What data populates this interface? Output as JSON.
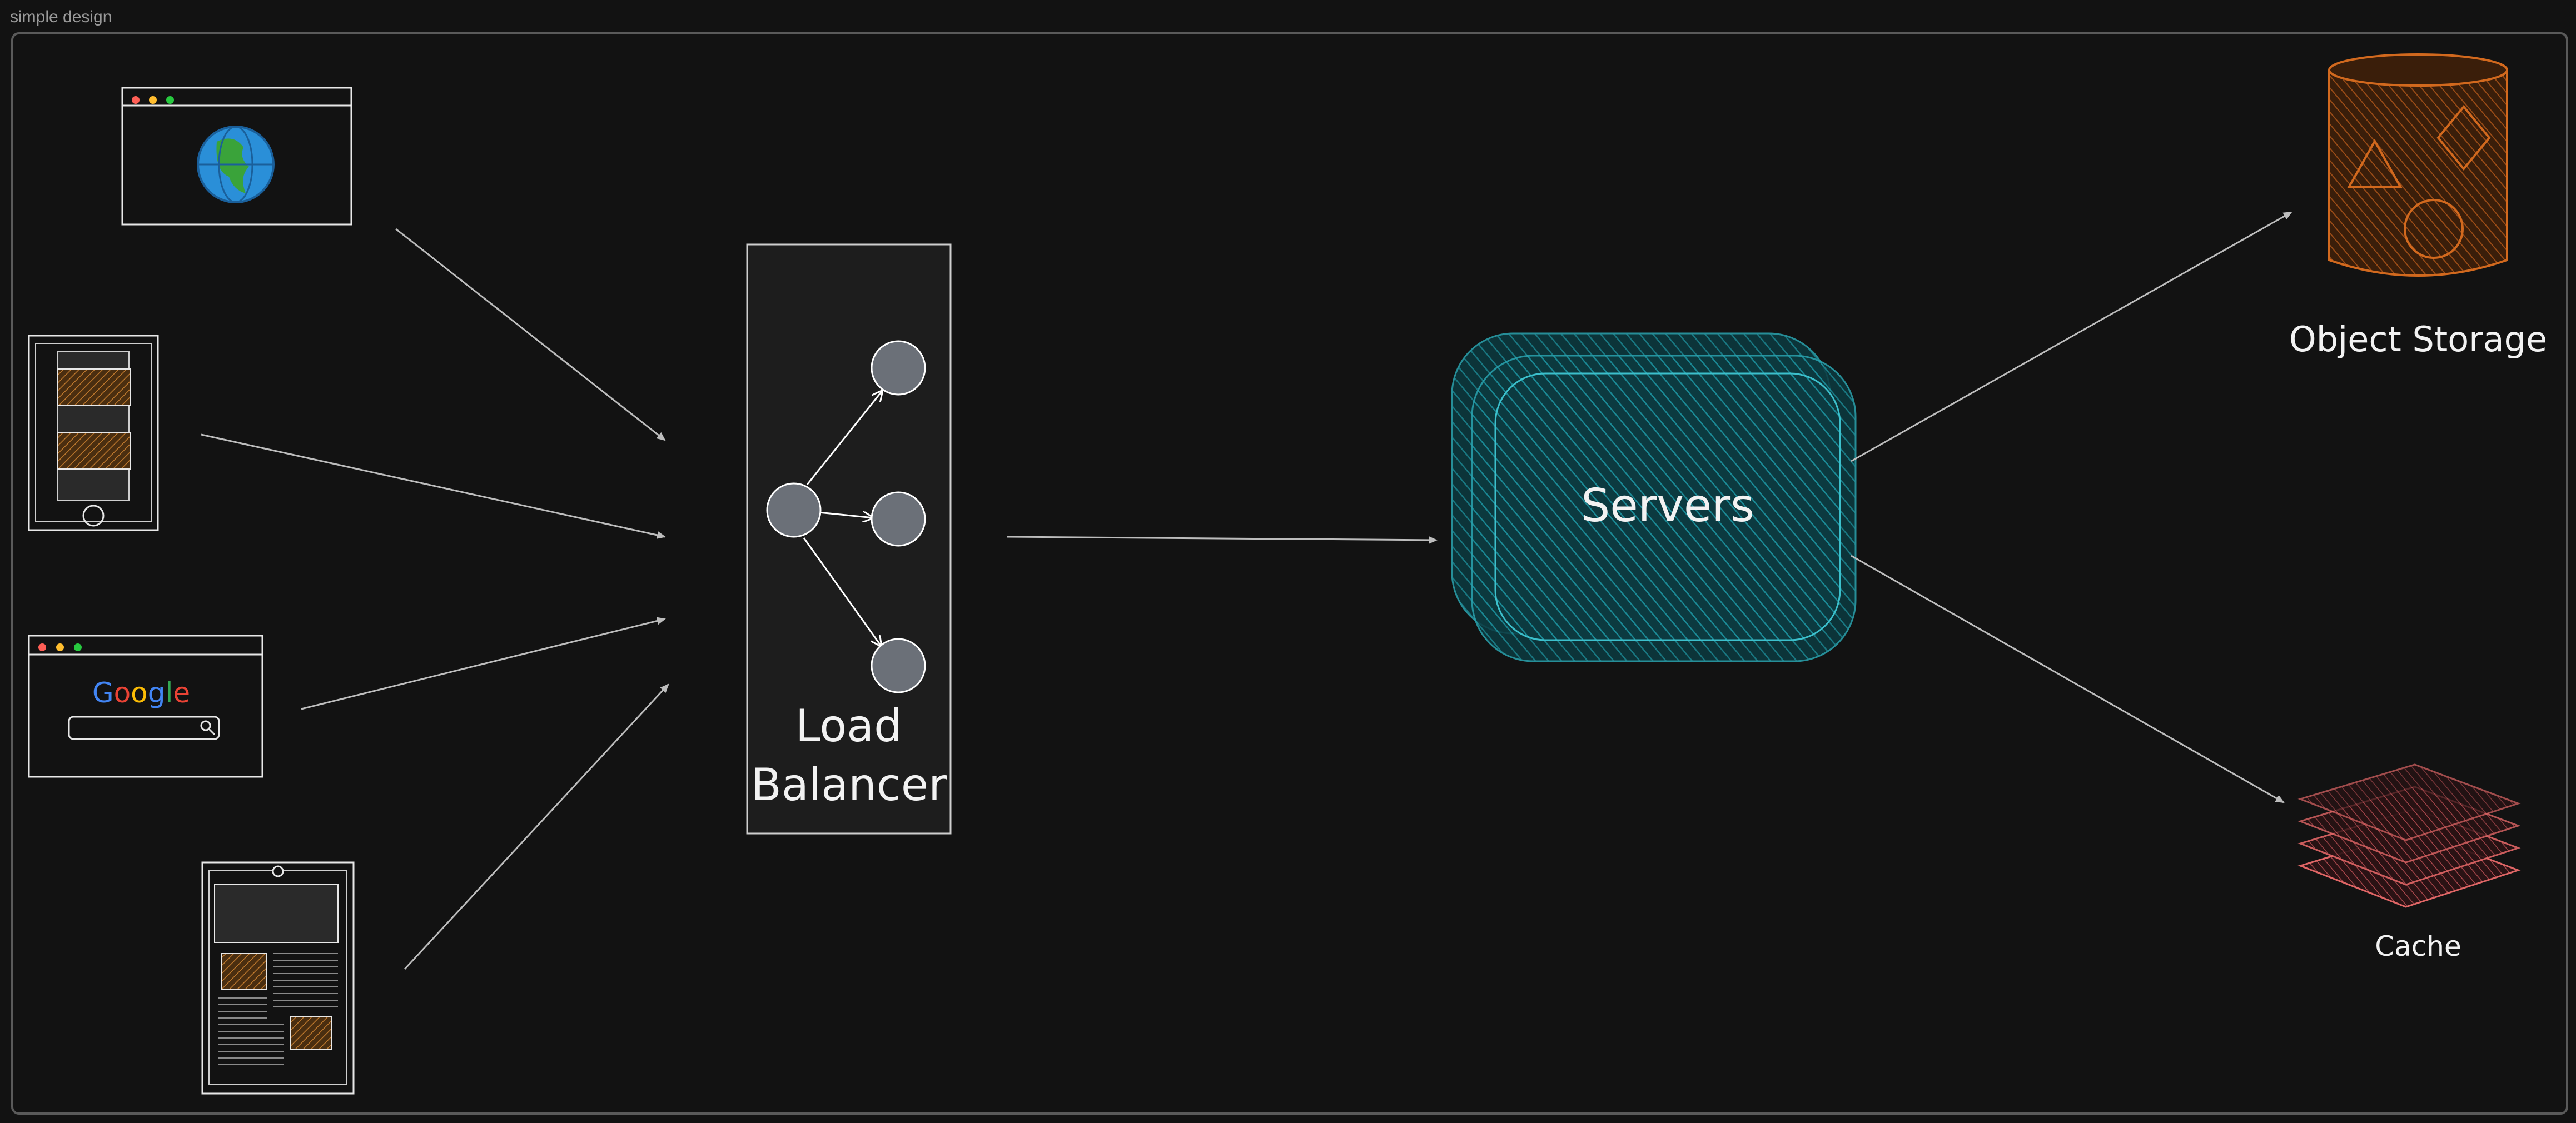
{
  "frame": {
    "label": "simple design"
  },
  "load_balancer": {
    "line1": "Load",
    "line2": "Balancer"
  },
  "servers": {
    "label": "Servers"
  },
  "object_storage": {
    "label": "Object Storage"
  },
  "cache": {
    "label": "Cache"
  },
  "google_mock": {
    "logo": "Google",
    "logo_letters": [
      "G",
      "o",
      "o",
      "g",
      "l",
      "e"
    ]
  },
  "colors": {
    "background": "#121212",
    "stroke": "#e8e8e8",
    "servers_fill": "#0e7f8a",
    "storage_fill": "#d2691e",
    "cache_fill": "#e06666",
    "thumb_fill": "#b8732e",
    "node_fill": "#6b7078"
  },
  "icons": [
    "globe-icon",
    "search-icon"
  ]
}
